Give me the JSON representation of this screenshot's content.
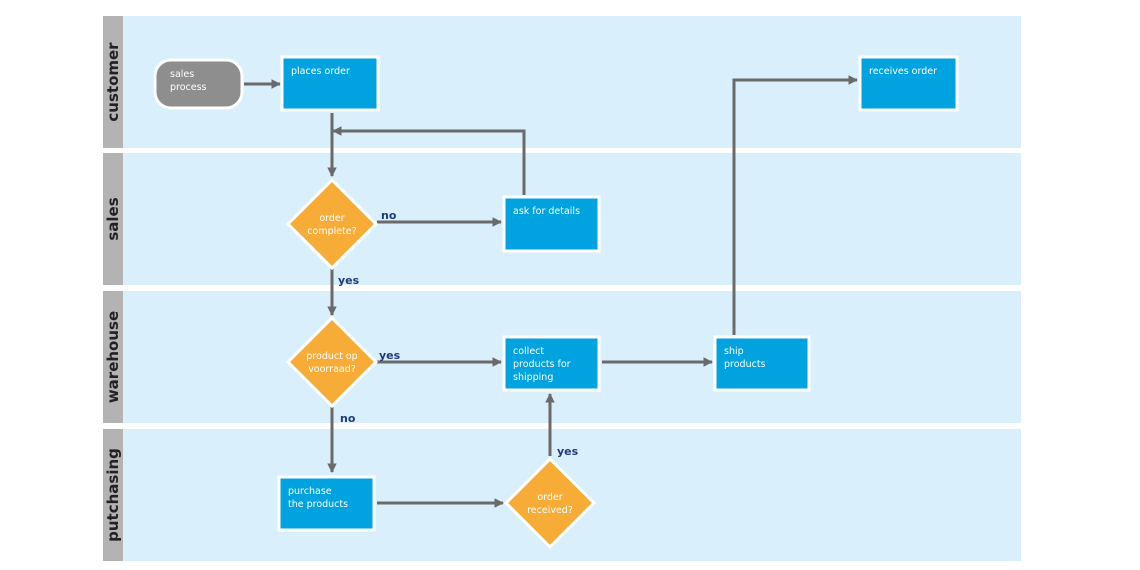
{
  "colors": {
    "lane_bg": "#d9effb",
    "lane_header": "#b3b3b3",
    "process": "#00a3e0",
    "decision": "#f8ac38",
    "terminal": "#8e8e8e",
    "arrow": "#6a6a6a",
    "edge_label": "#1f3a7a"
  },
  "lanes": [
    {
      "id": "customer",
      "label": "customer"
    },
    {
      "id": "sales",
      "label": "sales"
    },
    {
      "id": "warehouse",
      "label": "warehouse"
    },
    {
      "id": "purchasing",
      "label": "putchasing"
    }
  ],
  "nodes": [
    {
      "id": "start",
      "type": "terminal",
      "lane": "customer",
      "lines": [
        "sales",
        "process"
      ]
    },
    {
      "id": "places_order",
      "type": "process",
      "lane": "customer",
      "lines": [
        "places order"
      ]
    },
    {
      "id": "receives_order",
      "type": "process",
      "lane": "customer",
      "lines": [
        "receives order"
      ]
    },
    {
      "id": "order_complete",
      "type": "decision",
      "lane": "sales",
      "lines": [
        "order",
        "complete?"
      ]
    },
    {
      "id": "ask_details",
      "type": "process",
      "lane": "sales",
      "lines": [
        "ask for details"
      ]
    },
    {
      "id": "product_stock",
      "type": "decision",
      "lane": "warehouse",
      "lines": [
        "product op",
        "voorraad?"
      ]
    },
    {
      "id": "collect",
      "type": "process",
      "lane": "warehouse",
      "lines": [
        "collect",
        "products for",
        "shipping"
      ]
    },
    {
      "id": "ship",
      "type": "process",
      "lane": "warehouse",
      "lines": [
        "ship",
        "products"
      ]
    },
    {
      "id": "purchase",
      "type": "process",
      "lane": "purchasing",
      "lines": [
        "purchase",
        "the products"
      ]
    },
    {
      "id": "order_received",
      "type": "decision",
      "lane": "purchasing",
      "lines": [
        "order",
        "received?"
      ]
    }
  ],
  "edges": [
    {
      "from": "start",
      "to": "places_order",
      "label": ""
    },
    {
      "from": "places_order",
      "to": "order_complete",
      "label": ""
    },
    {
      "from": "order_complete",
      "to": "ask_details",
      "label": "no"
    },
    {
      "from": "ask_details",
      "to": "places_order",
      "label": ""
    },
    {
      "from": "order_complete",
      "to": "product_stock",
      "label": "yes"
    },
    {
      "from": "product_stock",
      "to": "collect",
      "label": "yes"
    },
    {
      "from": "product_stock",
      "to": "purchase",
      "label": "no"
    },
    {
      "from": "purchase",
      "to": "order_received",
      "label": ""
    },
    {
      "from": "order_received",
      "to": "collect",
      "label": "yes"
    },
    {
      "from": "collect",
      "to": "ship",
      "label": ""
    },
    {
      "from": "ship",
      "to": "receives_order",
      "label": ""
    }
  ]
}
